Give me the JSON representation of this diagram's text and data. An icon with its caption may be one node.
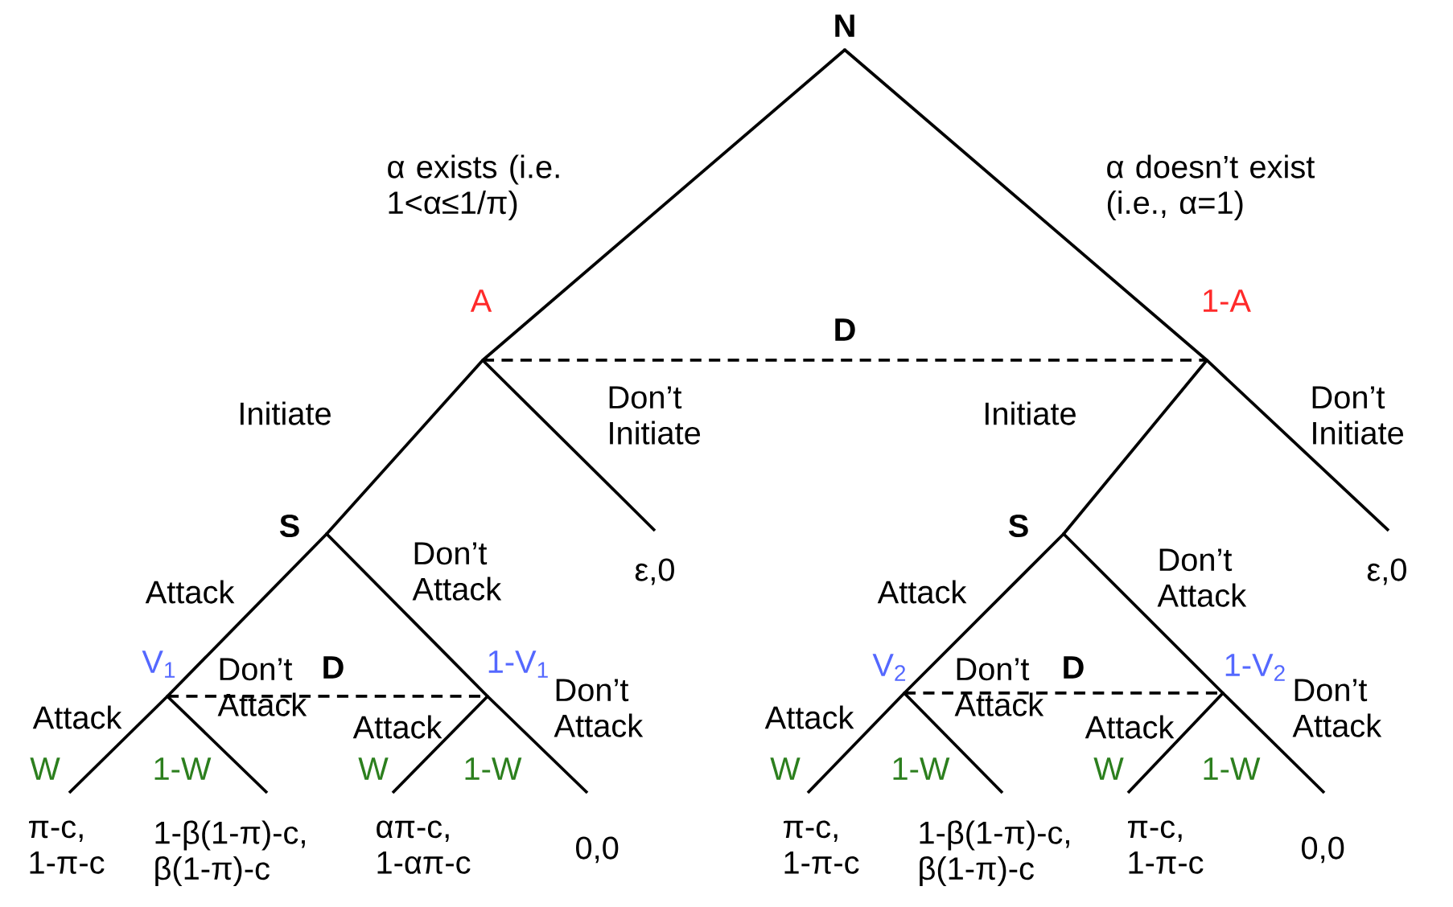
{
  "diagram": {
    "nodes": [
      {
        "text": [],
        "shape": "point",
        "beside": [
          "N"
        ]
      },
      {
        "text": [],
        "shape": "point"
      },
      {
        "text": [],
        "shape": "point"
      },
      {
        "text": [],
        "shape": "point",
        "beside": [
          "S"
        ]
      },
      {
        "text": [
          "ε,0"
        ]
      },
      {
        "text": [],
        "shape": "point",
        "beside": [
          "S"
        ]
      },
      {
        "text": [
          "ε,0"
        ]
      },
      {
        "text": [],
        "shape": "point"
      },
      {
        "text": [],
        "shape": "point"
      },
      {
        "text": [],
        "shape": "point"
      },
      {
        "text": [],
        "shape": "point"
      },
      {
        "text": [
          "π-c, 1-π-c"
        ]
      },
      {
        "text": [
          "1-β(1-π)-c, β(1-π)-c"
        ]
      },
      {
        "text": [
          "απ-c, 1-απ-c"
        ]
      },
      {
        "text": [
          "0,0"
        ]
      },
      {
        "text": [
          "π-c, 1-π-c"
        ]
      },
      {
        "text": [
          "1-β(1-π)-c, β(1-π)-c"
        ]
      },
      {
        "text": [
          "π-c, 1-π-c"
        ]
      },
      {
        "text": [
          "0,0"
        ]
      }
    ],
    "edges": [
      {
        "from": 0,
        "to": 1,
        "arrow": "none",
        "label": "α exists (i.e. 1<α≤1/π)"
      },
      {
        "from": 0,
        "to": 2,
        "arrow": "none",
        "label": "α doesn’t exist (i.e., α=1)"
      },
      {
        "from": 1,
        "to": 2,
        "arrow": "none",
        "style": "dashed",
        "label": "D"
      },
      {
        "from": 1,
        "to": 3,
        "arrow": "none",
        "label": "Initiate"
      },
      {
        "from": 1,
        "to": 4,
        "arrow": "none",
        "label": "Don’t Initiate"
      },
      {
        "from": 2,
        "to": 5,
        "arrow": "none",
        "label": "Initiate"
      },
      {
        "from": 2,
        "to": 6,
        "arrow": "none",
        "label": "Don’t Initiate"
      },
      {
        "from": 3,
        "to": 7,
        "arrow": "none",
        "label": "Attack"
      },
      {
        "from": 3,
        "to": 8,
        "arrow": "none",
        "label": "Don’t Attack"
      },
      {
        "from": 7,
        "to": 8,
        "arrow": "none",
        "style": "dashed",
        "label": "D"
      },
      {
        "from": 7,
        "to": 11,
        "arrow": "none",
        "label": "Attack"
      },
      {
        "from": 7,
        "to": 12,
        "arrow": "none",
        "label": "Don’t Attack"
      },
      {
        "from": 8,
        "to": 13,
        "arrow": "none",
        "label": "Attack"
      },
      {
        "from": 8,
        "to": 14,
        "arrow": "none",
        "label": "Don’t Attack"
      },
      {
        "from": 5,
        "to": 9,
        "arrow": "none",
        "label": "Attack"
      },
      {
        "from": 5,
        "to": 10,
        "arrow": "none",
        "label": "Don’t Attack"
      },
      {
        "from": 9,
        "to": 10,
        "arrow": "none",
        "style": "dashed",
        "label": "D"
      },
      {
        "from": 9,
        "to": 15,
        "arrow": "none",
        "label": "Attack"
      },
      {
        "from": 9,
        "to": 16,
        "arrow": "none",
        "label": "Don’t Attack"
      },
      {
        "from": 10,
        "to": 17,
        "arrow": "none",
        "label": "Attack"
      },
      {
        "from": 10,
        "to": 18,
        "arrow": "none",
        "label": "Don’t Attack"
      }
    ],
    "labels": [
      "A",
      "1-A",
      "V$_{1}$",
      "1-V$_{1}$",
      "V$_{2}$",
      "1-V$_{2}$",
      "W",
      "1-W",
      "W",
      "1-W",
      "W",
      "1-W",
      "W",
      "1-W"
    ]
  }
}
